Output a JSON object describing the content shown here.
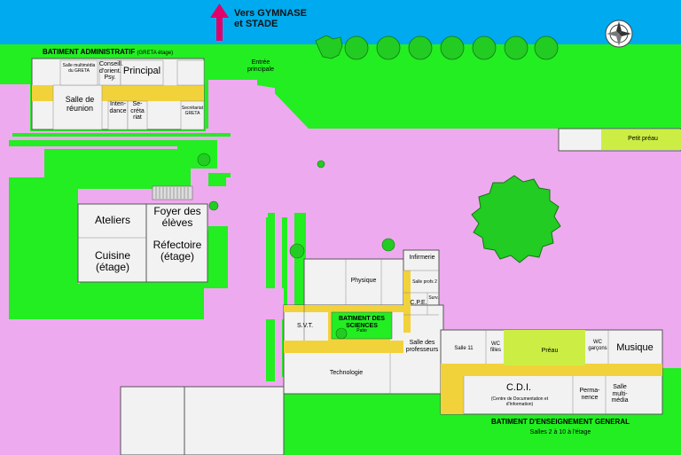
{
  "north_arrow": {
    "text_line1": "Vers GYMNASE",
    "text_line2": "et STADE",
    "color": "#e0006a"
  },
  "admin_building": {
    "title": "BATIMENT ADMINISTRATIF",
    "title_note": "(GRETA étage)",
    "rooms": {
      "salle_multimedia": "Salle multimédia du GRETA",
      "conseil_line1": "Conseill.",
      "conseil_line2": "d'orient.",
      "conseil_line3": "Psy.",
      "principal": "Principal",
      "salle_reunion_line1": "Salle de",
      "salle_reunion_line2": "réunion",
      "intendance_line1": "Inten-",
      "intendance_line2": "dance",
      "secretariat_line1": "Se-",
      "secretariat_line2": "créta",
      "secretariat_line3": "riat",
      "secretariat_greta_line1": "Secrétariat",
      "secretariat_greta_line2": "GRETA"
    }
  },
  "entrance": {
    "line1": "Entrée",
    "line2": "principale"
  },
  "petit_preau": "Petit préau",
  "ateliers_building": {
    "ateliers": "Ateliers",
    "foyer_line1": "Foyer des",
    "foyer_line2": "élèves",
    "cuisine_line1": "Cuisine",
    "cuisine_line2": "(étage)",
    "refectoire_line1": "Réfectoire",
    "refectoire_line2": "(étage)"
  },
  "sciences_building": {
    "title_line1": "BATIMENT DES",
    "title_line2": "SCIENCES",
    "patio": "Patio",
    "infirmerie": "Infirmerie",
    "physique": "Physique",
    "salle_profs2": "Salle profs 2",
    "cpe": "C.P.E.",
    "surv": "Surv.",
    "svt": "S.V.T.",
    "technologie": "Technologie",
    "salle_profs_line1": "Salle des",
    "salle_profs_line2": "professeurs"
  },
  "general_building": {
    "title": "BATIMENT D'ENSEIGNEMENT GENERAL",
    "subtitle": "Salles 2 à 10 à l'étage",
    "salle11": "Salle 11",
    "wc_filles_line1": "WC",
    "wc_filles_line2": "filles",
    "preau": "Préau",
    "wc_garcons_line1": "WC",
    "wc_garcons_line2": "garçons",
    "musique": "Musique",
    "cdi": "C.D.I.",
    "cdi_detail_line1": "(Centre de Documentation et",
    "cdi_detail_line2": "d'Information)",
    "permanence_line1": "Perma-",
    "permanence_line2": "nence",
    "salle_multimedia_line1": "Salle",
    "salle_multimedia_line2": "multi-",
    "salle_multimedia_line3": "média"
  },
  "colors": {
    "sky": "#00aaee",
    "grass": "#22ee22",
    "yard": "#eeaaee",
    "corridor": "#f2d23a",
    "preau": "#ccee44",
    "building": "#f2f2f2",
    "tree": "#22cc22"
  },
  "icons": [
    "compass-rose-icon",
    "north-arrow-icon",
    "tree-icon"
  ]
}
